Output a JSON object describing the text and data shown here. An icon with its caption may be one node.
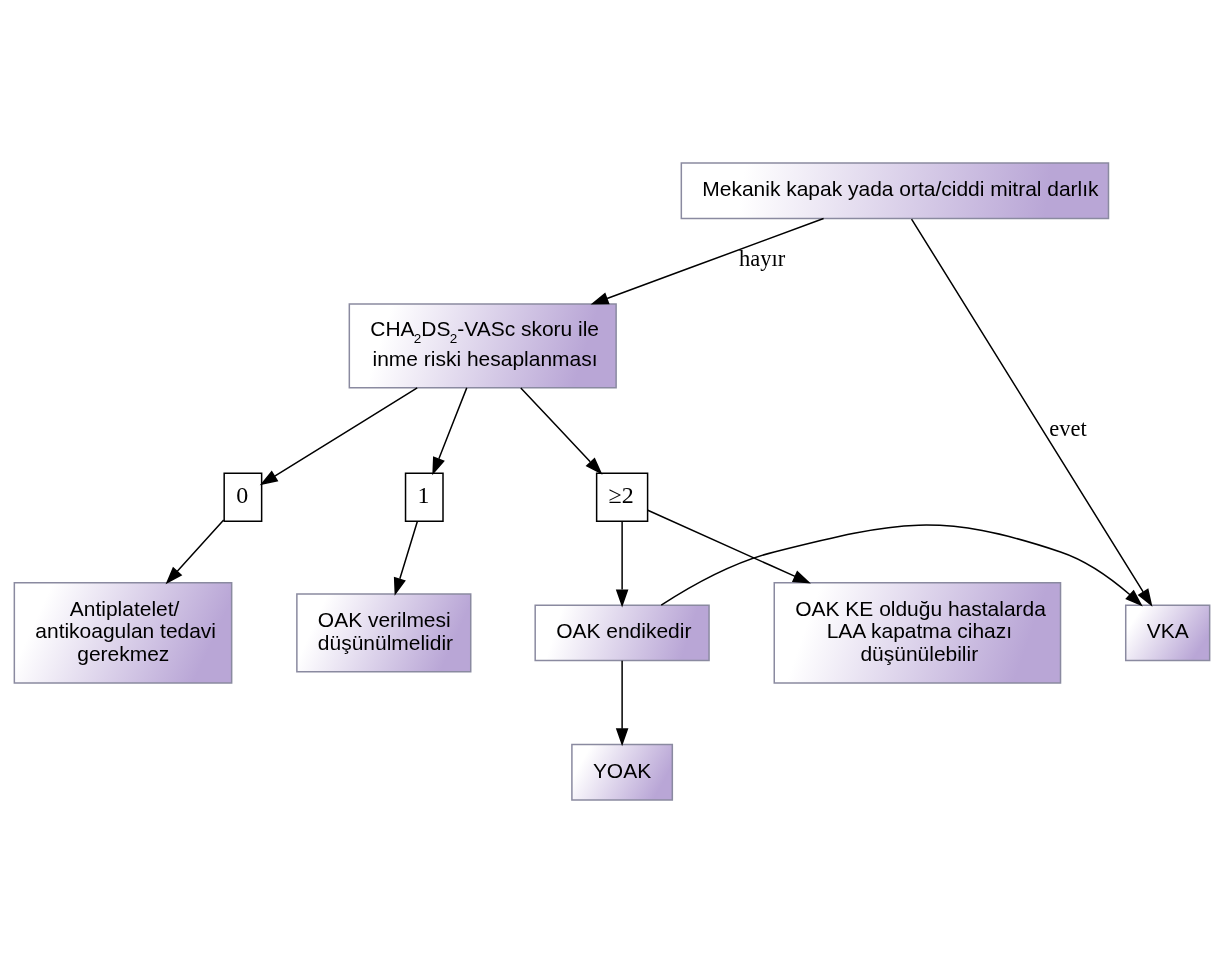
{
  "diagram": {
    "nodes": [
      {
        "text": [
          "Mekanik kapak yada orta/ciddi mitral darlık"
        ]
      },
      {
        "text": [
          "CHA$_{2}$DS$_{2}$-VASc skoru ile inme riski hesaplanması"
        ]
      },
      {
        "text": [
          "0"
        ]
      },
      {
        "text": [
          "1"
        ]
      },
      {
        "text": [
          "≥2"
        ]
      },
      {
        "text": [
          "Antiplatelet/ antikoagulan tedavi gerekmez"
        ]
      },
      {
        "text": [
          "OAK verilmesi düşünülmelidir"
        ]
      },
      {
        "text": [
          "OAK endikedir"
        ]
      },
      {
        "text": [
          "VKA"
        ]
      },
      {
        "text": [
          "OAK KE olduğu hastalarda LAA kapatma cihazı düşünülebilir"
        ]
      },
      {
        "text": [
          "YOAK"
        ]
      }
    ],
    "edges": [
      {
        "from": 0,
        "to": 1,
        "arrow": "to",
        "label": "hayır"
      },
      {
        "from": 0,
        "to": 8,
        "arrow": "to",
        "label": "evet"
      },
      {
        "from": 1,
        "to": 2,
        "arrow": "to"
      },
      {
        "from": 1,
        "to": 3,
        "arrow": "to"
      },
      {
        "from": 1,
        "to": 4,
        "arrow": "to"
      },
      {
        "from": 2,
        "to": 5,
        "arrow": "to"
      },
      {
        "from": 3,
        "to": 6,
        "arrow": "to"
      },
      {
        "from": 4,
        "to": 7,
        "arrow": "to"
      },
      {
        "from": 4,
        "to": 9,
        "arrow": "to"
      },
      {
        "from": 7,
        "to": 8,
        "arrow": "to"
      },
      {
        "from": 7,
        "to": 10,
        "arrow": "to"
      }
    ]
  }
}
